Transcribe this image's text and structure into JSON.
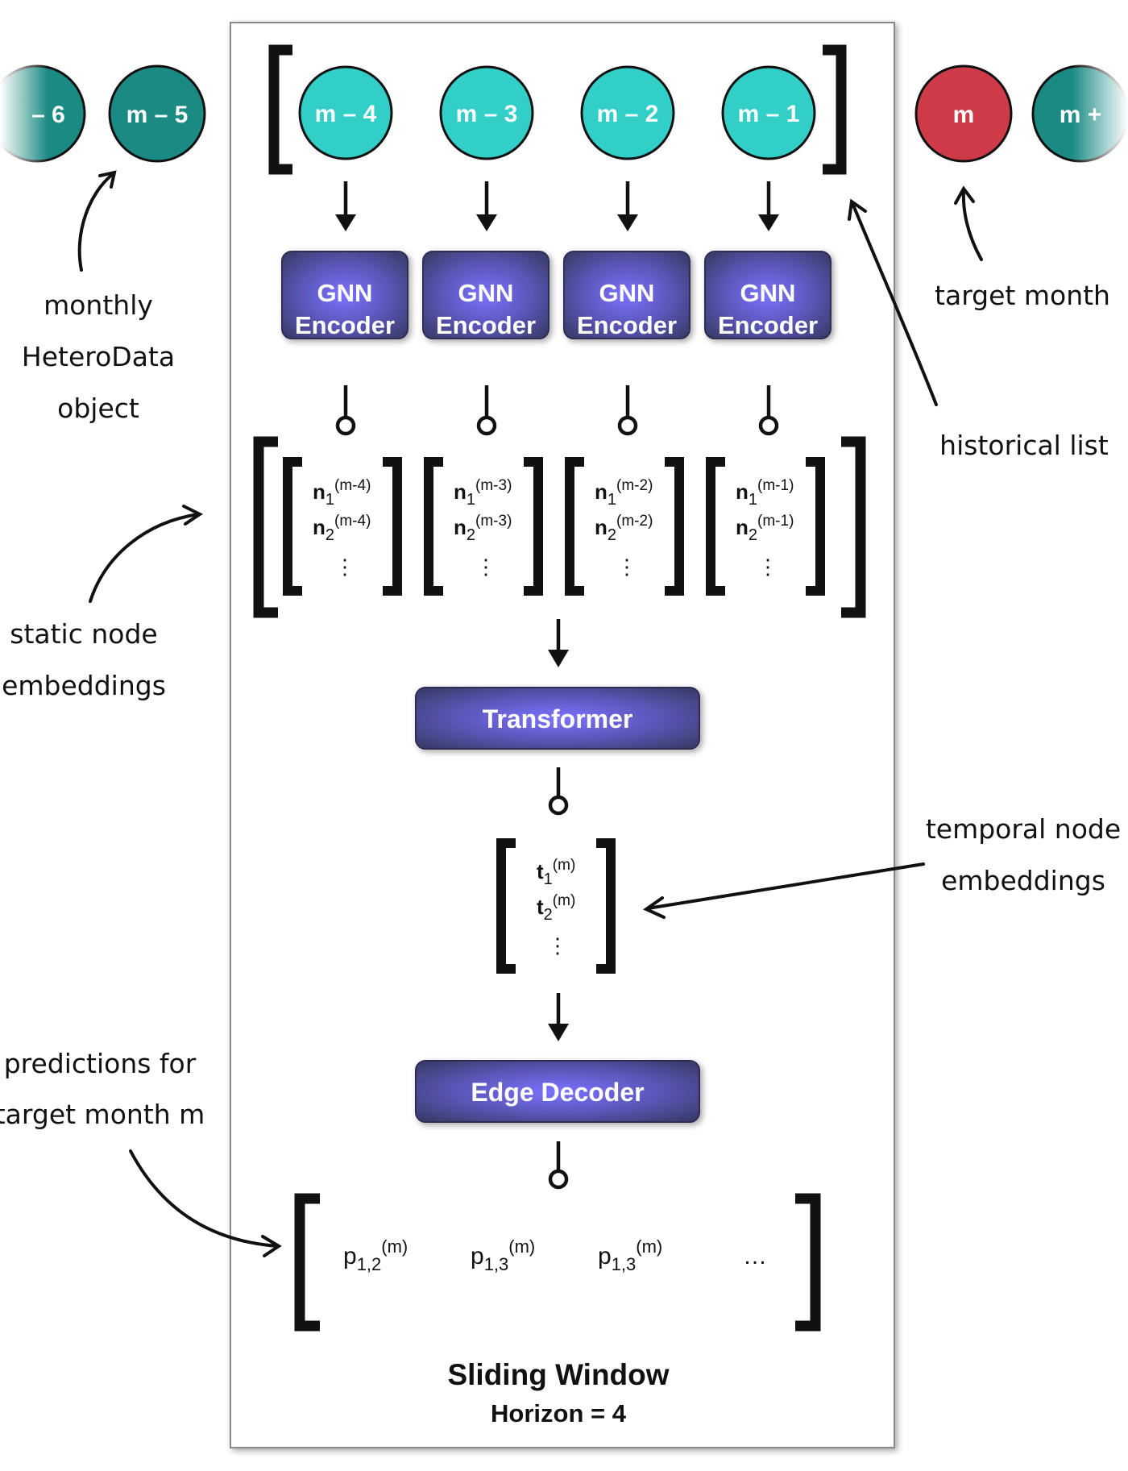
{
  "colors": {
    "past_node": "#1a8a83",
    "window_node": "#32cfc9",
    "target_node": "#cf3a49",
    "box_edge": "#3b3d6e",
    "box_glow": "#7a72ff"
  },
  "timeline": {
    "far_left": "– 6",
    "left": "m – 5",
    "window": [
      "m – 4",
      "m – 3",
      "m – 2",
      "m – 1"
    ],
    "target": "m",
    "right": "m +"
  },
  "encoders": [
    {
      "line1": "GNN",
      "line2": "Encoder"
    },
    {
      "line1": "GNN",
      "line2": "Encoder"
    },
    {
      "line1": "GNN",
      "line2": "Encoder"
    },
    {
      "line1": "GNN",
      "line2": "Encoder"
    }
  ],
  "static_embeddings": [
    {
      "n1": "n",
      "n1_sub": "1",
      "n1_sup": "(m-4)",
      "n2": "n",
      "n2_sub": "2",
      "n2_sup": "(m-4)"
    },
    {
      "n1": "n",
      "n1_sub": "1",
      "n1_sup": "(m-3)",
      "n2": "n",
      "n2_sub": "2",
      "n2_sup": "(m-3)"
    },
    {
      "n1": "n",
      "n1_sub": "1",
      "n1_sup": "(m-2)",
      "n2": "n",
      "n2_sub": "2",
      "n2_sup": "(m-2)"
    },
    {
      "n1": "n",
      "n1_sub": "1",
      "n1_sup": "(m-1)",
      "n2": "n",
      "n2_sub": "2",
      "n2_sup": "(m-1)"
    }
  ],
  "transformer_label": "Transformer",
  "temporal_embeddings": {
    "t1": "t",
    "t1_sub": "1",
    "t1_sup": "(m)",
    "t2": "t",
    "t2_sub": "2",
    "t2_sup": "(m)"
  },
  "decoder_label": "Edge Decoder",
  "predictions": [
    {
      "p": "p",
      "sub": "1,2",
      "sup": "(m)"
    },
    {
      "p": "p",
      "sub": "1,3",
      "sup": "(m)"
    },
    {
      "p": "p",
      "sub": "1,3",
      "sup": "(m)"
    }
  ],
  "predictions_ellipsis": "…",
  "vertical_ellipsis": "⋮",
  "annotations": {
    "monthly": [
      "monthly",
      "HeteroData",
      "object"
    ],
    "target_month": "target month",
    "historical": "historical list",
    "static": [
      "static node",
      "embeddings"
    ],
    "temporal": [
      "temporal node",
      "embeddings"
    ],
    "predictions": [
      "predictions for",
      "target month m"
    ]
  },
  "footer": {
    "title": "Sliding Window",
    "subtitle": "Horizon = 4"
  }
}
